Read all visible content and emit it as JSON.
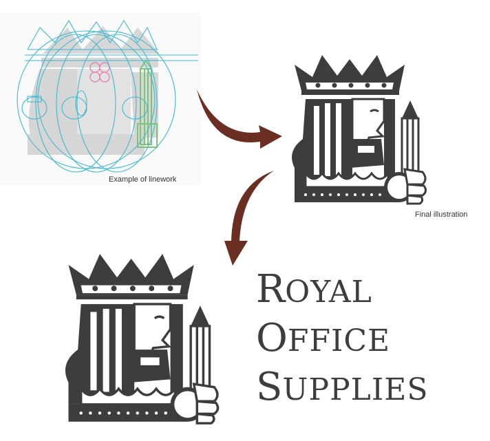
{
  "captions": {
    "linework": "Example of linework",
    "final": "Final illustration"
  },
  "wordmark": {
    "lines": [
      {
        "initial": "R",
        "rest": "OYAL"
      },
      {
        "initial": "O",
        "rest": "FFICE"
      },
      {
        "initial": "S",
        "rest": "UPPLIES"
      }
    ]
  },
  "colors": {
    "ink": "#3d3d3f",
    "arrow": "#6b2e22",
    "guide_blue": "#3fb8d0",
    "guide_green": "#7cc576",
    "guide_pink": "#e57bb0",
    "sketch_gray": "#d4d4d4"
  },
  "icons": [
    "king-mascot-icon",
    "crown-icon",
    "pencil-icon",
    "curved-arrow-icon"
  ]
}
